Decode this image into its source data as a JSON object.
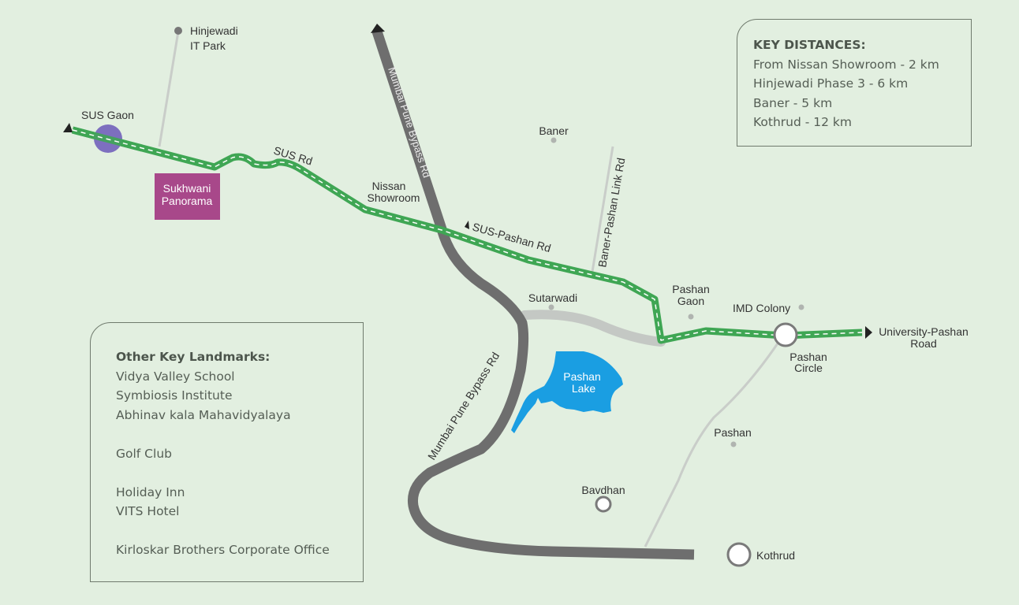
{
  "colors": {
    "background": "#e2efe0",
    "main_road_green": "#3fa654",
    "bypass_gray": "#6e6e6e",
    "minor_road": "#c6cac6",
    "lake_blue": "#1a9ee2",
    "project_marker": "#a8488a",
    "sus_gaon_marker": "#7d6fbf",
    "panel_border": "#6f7a6d"
  },
  "key_distances": {
    "title": "KEY DISTANCES:",
    "items": [
      "From Nissan Showroom - 2 km",
      "Hinjewadi Phase 3 - 6 km",
      "Baner - 5 km",
      "Kothrud - 12 km"
    ]
  },
  "landmarks": {
    "title": "Other Key Landmarks:",
    "groups": [
      [
        "Vidya Valley School",
        "Symbiosis Institute",
        "Abhinav kala Mahavidyalaya"
      ],
      [
        "Golf Club"
      ],
      [
        "Holiday Inn",
        "VITS Hotel"
      ],
      [
        "Kirloskar Brothers Corporate Office"
      ]
    ]
  },
  "map": {
    "project": {
      "line1": "Sukhwani",
      "line2": "Panorama"
    },
    "places": {
      "hinjewadi": {
        "line1": "Hinjewadi",
        "line2": "IT Park"
      },
      "sus_gaon": "SUS Gaon",
      "nissan": {
        "line1": "Nissan",
        "line2": "Showroom"
      },
      "baner": "Baner",
      "sutarwadi": "Sutarwadi",
      "pashan_gaon": {
        "line1": "Pashan",
        "line2": "Gaon"
      },
      "imd_colony": "IMD Colony",
      "pashan_circle": {
        "line1": "Pashan",
        "line2": "Circle"
      },
      "university_road": {
        "line1": "University-Pashan",
        "line2": "Road"
      },
      "pashan": "Pashan",
      "bavdhan": "Bavdhan",
      "kothrud": "Kothrud",
      "pashan_lake": {
        "line1": "Pashan",
        "line2": "Lake"
      }
    },
    "roads": {
      "sus_rd": "SUS Rd",
      "sus_pashan_rd": "SUS-Pashan Rd",
      "baner_pashan_link": "Baner-Pashan Link Rd",
      "bypass_upper": "Mumbai Pune Bypass Rd",
      "bypass_lower": "Mumbai Pune Bypass Rd"
    }
  }
}
